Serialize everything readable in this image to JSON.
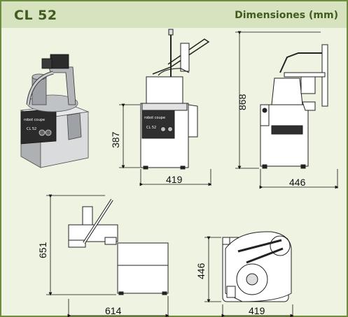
{
  "header": {
    "title": "CL 52",
    "subtitle": "Dimensiones (mm)"
  },
  "dimensions": {
    "front_height": "387",
    "front_width": "419",
    "side_height": "868",
    "side_width": "446",
    "top_height": "651",
    "top_width": "614",
    "plan_depth": "446",
    "plan_width": "419"
  },
  "labels": {
    "brand": "robot coupe",
    "model": "CL 52"
  },
  "colors": {
    "border": "#6e8c3e",
    "header": "#d7e2bf",
    "background": "#eef3e2",
    "title": "#3f5b1e"
  }
}
